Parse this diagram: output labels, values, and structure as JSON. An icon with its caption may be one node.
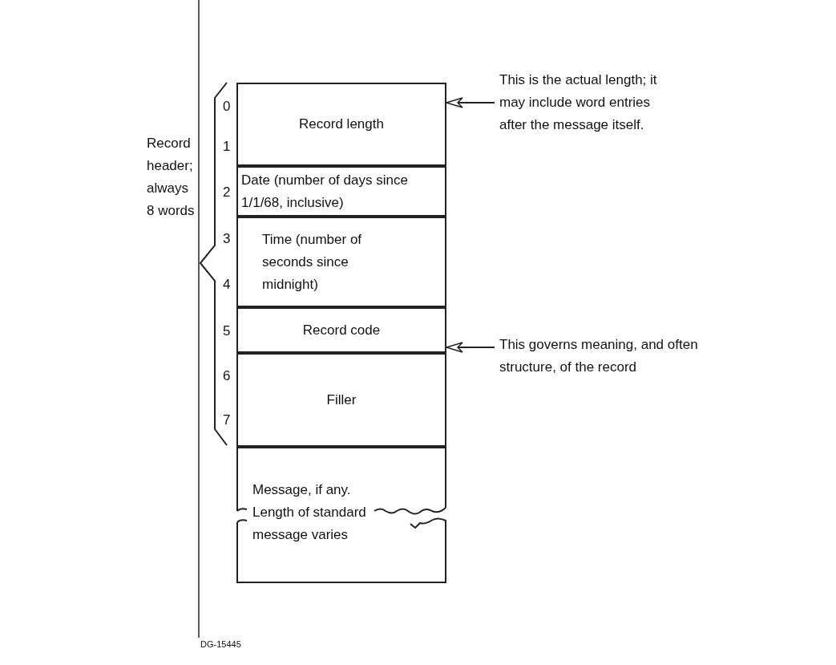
{
  "diagram": {
    "nodes": [
      {
        "text": [
          "Record length"
        ]
      },
      {
        "text": [
          "Date (number of days since 1/1/68, inclusive)"
        ]
      },
      {
        "text": [
          "Time (number of seconds since midnight)"
        ]
      },
      {
        "text": [
          "Record code"
        ]
      },
      {
        "text": [
          "Filler"
        ]
      },
      {
        "text": [
          "Message, if any. Length of standard message varies"
        ]
      },
      {
        "text": [
          "This is the actual length; it may include word entries after the message itself."
        ]
      },
      {
        "text": [
          "This governs meaning, and often structure, of the record"
        ]
      }
    ],
    "edges": [
      {
        "from": 6,
        "to": 0,
        "arrow": "to"
      },
      {
        "from": 7,
        "to": 3,
        "arrow": "to"
      }
    ],
    "labels": [
      "0",
      "1",
      "2",
      "3",
      "4",
      "5",
      "6",
      "7",
      "Record header; always 8 words",
      "DG-15445"
    ]
  }
}
